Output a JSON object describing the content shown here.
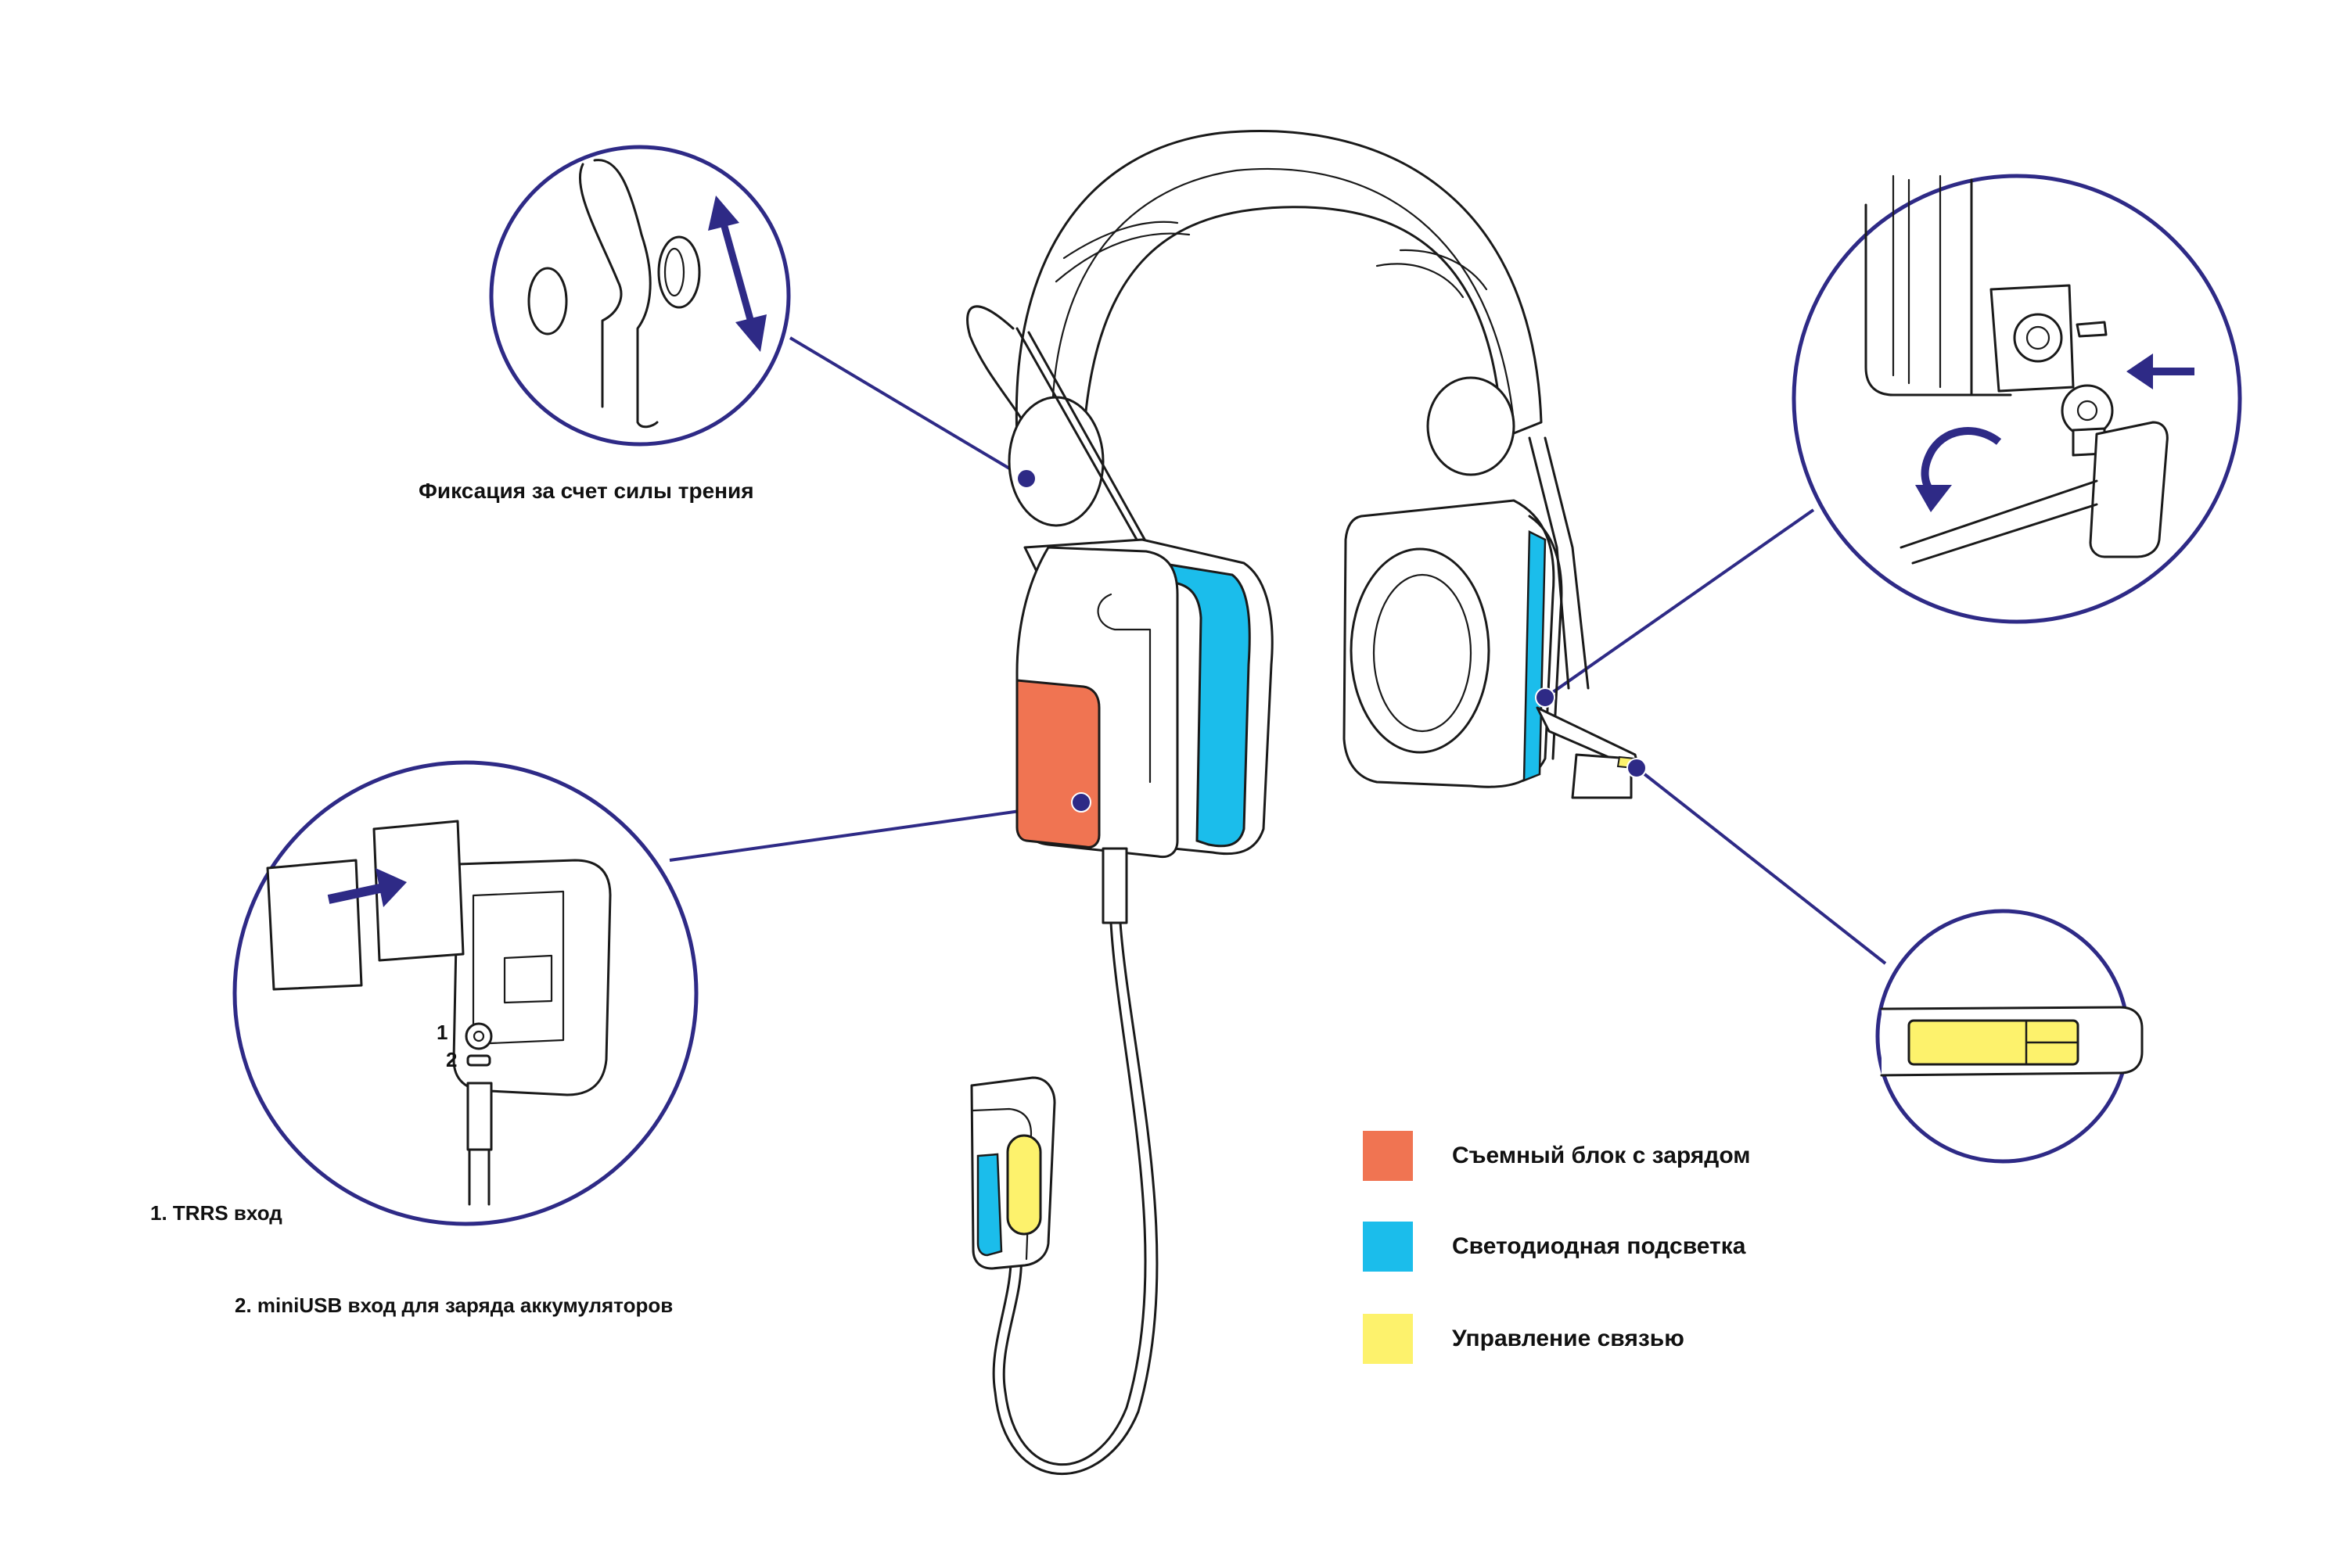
{
  "callouts": {
    "friction_fixation": "Фиксация за счет силы трения",
    "port_1_number": "1",
    "port_2_number": "2",
    "port_1_caption": "1.  TRRS вход",
    "port_2_caption": "2.  miniUSB вход для заряда аккумуляторов"
  },
  "legend": [
    {
      "label": "Съемный блок с зарядом",
      "color": "#f07452"
    },
    {
      "label": "Светодиодная подсветка",
      "color": "#1bbdeb"
    },
    {
      "label": "Управление связью",
      "color": "#fdf26c"
    }
  ],
  "colors": {
    "leader_line": "#2e2a86",
    "orange": "#f07452",
    "blue": "#1bbdeb",
    "yellow": "#fdf26c"
  }
}
